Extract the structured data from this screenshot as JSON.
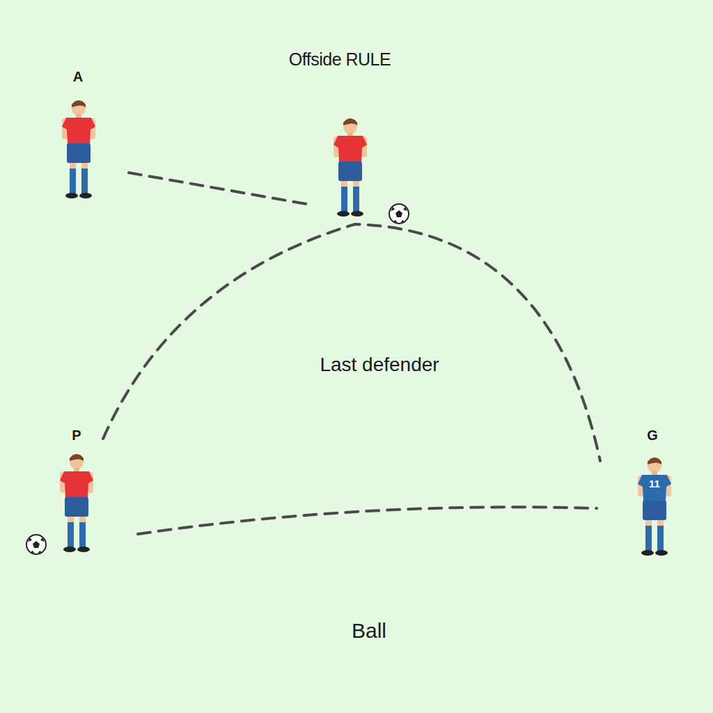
{
  "diagram": {
    "title": "Offside RULE",
    "labels": [
      "A",
      "P",
      "G",
      "Last defender",
      "Ball",
      "11"
    ]
  }
}
